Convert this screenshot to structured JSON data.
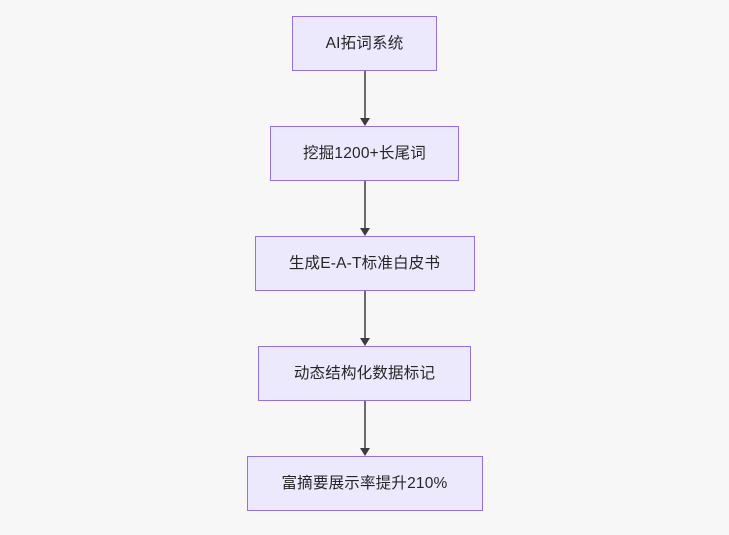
{
  "diagram": {
    "type": "flowchart",
    "orientation": "top-to-bottom",
    "background_color": "#f7f7f7",
    "node_fill_color": "#ece9fc",
    "node_border_color": "#9370db",
    "node_text_color": "#262626",
    "connector_color": "#6b6b6b",
    "arrowhead_color": "#3b3b41",
    "nodes": [
      {
        "id": "n1",
        "label": "AI拓词系统"
      },
      {
        "id": "n2",
        "label": "挖掘1200+长尾词"
      },
      {
        "id": "n3",
        "label": "生成E-A-T标准白皮书"
      },
      {
        "id": "n4",
        "label": "动态结构化数据标记"
      },
      {
        "id": "n5",
        "label": "富摘要展示率提升210%"
      }
    ],
    "edges": [
      {
        "from": "n1",
        "to": "n2",
        "label": ""
      },
      {
        "from": "n2",
        "to": "n3",
        "label": ""
      },
      {
        "from": "n3",
        "to": "n4",
        "label": ""
      },
      {
        "from": "n4",
        "to": "n5",
        "label": ""
      }
    ]
  }
}
